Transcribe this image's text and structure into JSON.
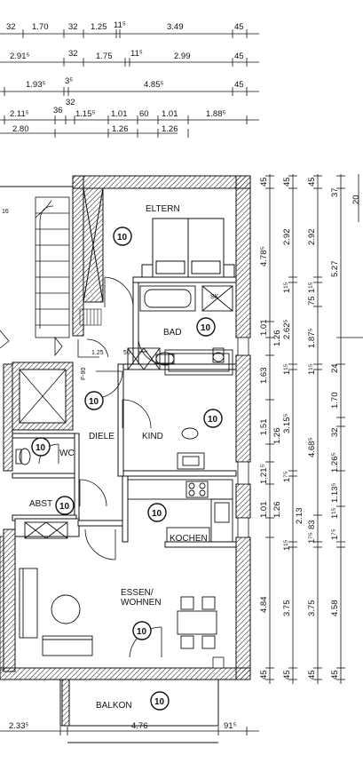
{
  "rooms": {
    "eltern": "ELTERN",
    "bad": "BAD",
    "kind": "KIND",
    "diele": "DIELE",
    "wc": "WC",
    "abst": "ABST",
    "kochen": "KOCHEN",
    "essen_line1": "ESSEN/",
    "essen_line2": "WOHNEN",
    "balkon": "BALKON"
  },
  "badge_label": "10",
  "labels": {
    "stair_number": "16",
    "f90": "F-90",
    "door_w": "1.25",
    "door_h": "50",
    "sk": "SK"
  },
  "top_dims": {
    "row1": [
      "32",
      "1.70",
      "32",
      "1.25",
      "11⁵",
      "3.49",
      "45"
    ],
    "row2": [
      "2.91⁵",
      "32",
      "1.75",
      "11⁵",
      "2.99",
      "45"
    ],
    "row3": [
      "1.93⁵",
      "3⁵",
      "4.85⁵",
      "45"
    ],
    "row4": [
      "2.11⁵",
      "36",
      "32",
      "1.15⁵",
      "1.01",
      "60",
      "1.01",
      "1.88⁵"
    ],
    "row5": [
      "2.80",
      "1.26",
      "1.26"
    ]
  },
  "bottom_dims": [
    "2.33⁵",
    "4.76",
    "91⁵"
  ],
  "right_dims": {
    "col1": [
      "45",
      "4.78⁵",
      "1.01",
      "1.26",
      "1.63",
      "1.51",
      "1.26",
      "1.21⁵",
      "1.01",
      "1.26",
      "4.84",
      "45"
    ],
    "col2": [
      "45",
      "2.92",
      "1¹⁵",
      "2.62⁵",
      "1¹⁵",
      "3.15⁵",
      "1⁷⁵",
      "2.13",
      "1¹⁵",
      "3.75",
      "45"
    ],
    "col3": [
      "45",
      "2.92",
      "1¹⁵",
      "75",
      "1.87⁵",
      "1¹⁵",
      "4.68⁵",
      "83",
      "1⁷⁵",
      "3.75",
      "45"
    ],
    "col4": [
      "37",
      "5.27",
      "24",
      "1.70",
      "32",
      "1.26⁵",
      "1.13⁵",
      "1¹⁵",
      "1⁷⁵",
      "4.58",
      "45"
    ],
    "col5": [
      "20"
    ]
  }
}
